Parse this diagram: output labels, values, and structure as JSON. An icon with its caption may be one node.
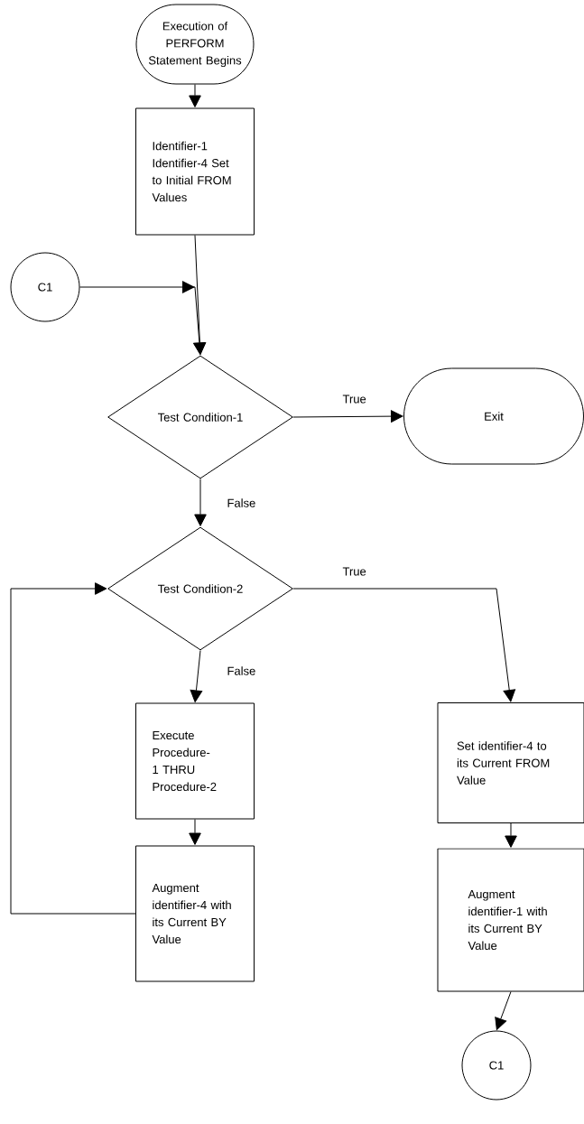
{
  "diagram": {
    "nodes": [
      {
        "text": [
          "Execution of PERFORM Statement Begins"
        ]
      },
      {
        "text": [
          "Identifier-1 Identifier-4 Set to Initial FROM Values"
        ]
      },
      {
        "text": [
          "C1"
        ]
      },
      {
        "text": [
          "Test Condition-1"
        ]
      },
      {
        "text": [
          "Exit"
        ]
      },
      {
        "text": [
          "Test Condition-2"
        ]
      },
      {
        "text": [
          "Execute Procedure-1 THRU Procedure-2"
        ]
      },
      {
        "text": [
          "Augment identifier-4 with its Current BY Value"
        ]
      },
      {
        "text": [
          "Set identifier-4 to its Current FROM Value"
        ]
      },
      {
        "text": [
          "Augment identifier-1 with its Current BY Value"
        ]
      },
      {
        "text": [
          "C1"
        ]
      }
    ],
    "edges": [
      {
        "from": 0,
        "to": 1,
        "arrow": "to"
      },
      {
        "from": 1,
        "to": 3,
        "arrow": "to"
      },
      {
        "from": 2,
        "to": 3,
        "arrow": "to"
      },
      {
        "from": 3,
        "to": 4,
        "arrow": "to",
        "label": "True"
      },
      {
        "from": 3,
        "to": 5,
        "arrow": "to",
        "label": "False"
      },
      {
        "from": 5,
        "to": 6,
        "arrow": "to",
        "label": "False"
      },
      {
        "from": 5,
        "to": 8,
        "arrow": "to",
        "label": "True"
      },
      {
        "from": 6,
        "to": 7,
        "arrow": "to"
      },
      {
        "from": 7,
        "to": 5,
        "arrow": "to"
      },
      {
        "from": 8,
        "to": 9,
        "arrow": "to"
      },
      {
        "from": 9,
        "to": 10,
        "arrow": "to"
      }
    ]
  }
}
